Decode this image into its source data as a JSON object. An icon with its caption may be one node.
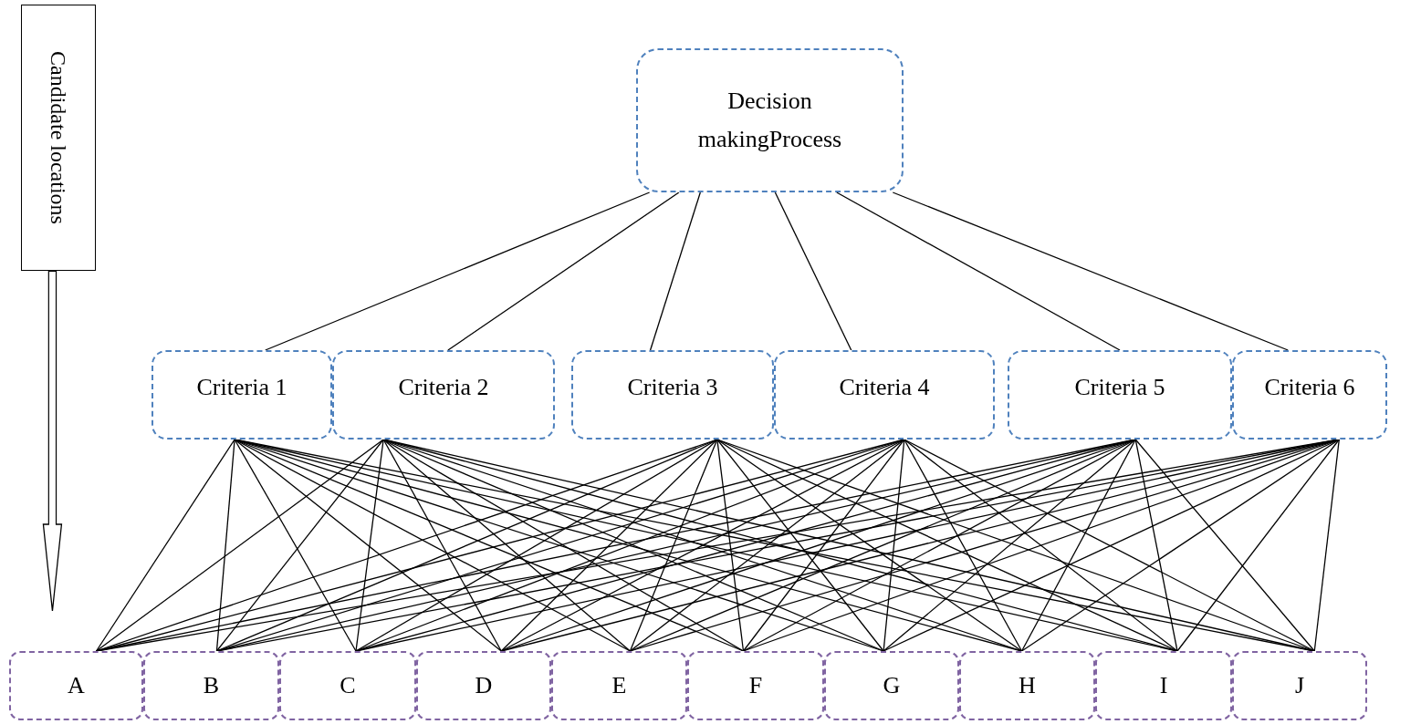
{
  "diagram": {
    "nodes": [
      {
        "text": [
          "Candidate locations"
        ]
      },
      {
        "text": [
          "Decision makingProcess"
        ]
      },
      {
        "text": [
          "Criteria 1"
        ]
      },
      {
        "text": [
          "Criteria 2"
        ]
      },
      {
        "text": [
          "Criteria 3"
        ]
      },
      {
        "text": [
          "Criteria 4"
        ]
      },
      {
        "text": [
          "Criteria 5"
        ]
      },
      {
        "text": [
          "Criteria 6"
        ]
      },
      {
        "text": [
          "A"
        ]
      },
      {
        "text": [
          "B"
        ]
      },
      {
        "text": [
          "C"
        ]
      },
      {
        "text": [
          "D"
        ]
      },
      {
        "text": [
          "E"
        ]
      },
      {
        "text": [
          "F"
        ]
      },
      {
        "text": [
          "G"
        ]
      },
      {
        "text": [
          "H"
        ]
      },
      {
        "text": [
          "I"
        ]
      },
      {
        "text": [
          "J"
        ]
      }
    ],
    "edges": [
      {
        "from": 0,
        "to": null,
        "arrow": "to",
        "style": "thick"
      },
      {
        "from": 1,
        "to": 2,
        "arrow": "none"
      },
      {
        "from": 1,
        "to": 3,
        "arrow": "none"
      },
      {
        "from": 1,
        "to": 4,
        "arrow": "none"
      },
      {
        "from": 1,
        "to": 5,
        "arrow": "none"
      },
      {
        "from": 1,
        "to": 6,
        "arrow": "none"
      },
      {
        "from": 1,
        "to": 7,
        "arrow": "none"
      },
      {
        "from": 2,
        "to": 8,
        "arrow": "none"
      },
      {
        "from": 2,
        "to": 9,
        "arrow": "none"
      },
      {
        "from": 2,
        "to": 10,
        "arrow": "none"
      },
      {
        "from": 2,
        "to": 11,
        "arrow": "none"
      },
      {
        "from": 2,
        "to": 12,
        "arrow": "none"
      },
      {
        "from": 2,
        "to": 13,
        "arrow": "none"
      },
      {
        "from": 2,
        "to": 14,
        "arrow": "none"
      },
      {
        "from": 2,
        "to": 15,
        "arrow": "none"
      },
      {
        "from": 2,
        "to": 16,
        "arrow": "none"
      },
      {
        "from": 2,
        "to": 17,
        "arrow": "none"
      },
      {
        "from": 3,
        "to": 8,
        "arrow": "none"
      },
      {
        "from": 3,
        "to": 9,
        "arrow": "none"
      },
      {
        "from": 3,
        "to": 10,
        "arrow": "none"
      },
      {
        "from": 3,
        "to": 11,
        "arrow": "none"
      },
      {
        "from": 3,
        "to": 12,
        "arrow": "none"
      },
      {
        "from": 3,
        "to": 13,
        "arrow": "none"
      },
      {
        "from": 3,
        "to": 14,
        "arrow": "none"
      },
      {
        "from": 3,
        "to": 15,
        "arrow": "none"
      },
      {
        "from": 3,
        "to": 16,
        "arrow": "none"
      },
      {
        "from": 3,
        "to": 17,
        "arrow": "none"
      },
      {
        "from": 4,
        "to": 8,
        "arrow": "none"
      },
      {
        "from": 4,
        "to": 9,
        "arrow": "none"
      },
      {
        "from": 4,
        "to": 10,
        "arrow": "none"
      },
      {
        "from": 4,
        "to": 11,
        "arrow": "none"
      },
      {
        "from": 4,
        "to": 12,
        "arrow": "none"
      },
      {
        "from": 4,
        "to": 13,
        "arrow": "none"
      },
      {
        "from": 4,
        "to": 14,
        "arrow": "none"
      },
      {
        "from": 4,
        "to": 15,
        "arrow": "none"
      },
      {
        "from": 4,
        "to": 16,
        "arrow": "none"
      },
      {
        "from": 4,
        "to": 17,
        "arrow": "none"
      },
      {
        "from": 5,
        "to": 8,
        "arrow": "none"
      },
      {
        "from": 5,
        "to": 9,
        "arrow": "none"
      },
      {
        "from": 5,
        "to": 10,
        "arrow": "none"
      },
      {
        "from": 5,
        "to": 11,
        "arrow": "none"
      },
      {
        "from": 5,
        "to": 12,
        "arrow": "none"
      },
      {
        "from": 5,
        "to": 13,
        "arrow": "none"
      },
      {
        "from": 5,
        "to": 14,
        "arrow": "none"
      },
      {
        "from": 5,
        "to": 15,
        "arrow": "none"
      },
      {
        "from": 5,
        "to": 16,
        "arrow": "none"
      },
      {
        "from": 5,
        "to": 17,
        "arrow": "none"
      },
      {
        "from": 6,
        "to": 8,
        "arrow": "none"
      },
      {
        "from": 6,
        "to": 9,
        "arrow": "none"
      },
      {
        "from": 6,
        "to": 10,
        "arrow": "none"
      },
      {
        "from": 6,
        "to": 11,
        "arrow": "none"
      },
      {
        "from": 6,
        "to": 12,
        "arrow": "none"
      },
      {
        "from": 6,
        "to": 13,
        "arrow": "none"
      },
      {
        "from": 6,
        "to": 14,
        "arrow": "none"
      },
      {
        "from": 6,
        "to": 15,
        "arrow": "none"
      },
      {
        "from": 6,
        "to": 16,
        "arrow": "none"
      },
      {
        "from": 6,
        "to": 17,
        "arrow": "none"
      },
      {
        "from": 7,
        "to": 8,
        "arrow": "none"
      },
      {
        "from": 7,
        "to": 9,
        "arrow": "none"
      },
      {
        "from": 7,
        "to": 10,
        "arrow": "none"
      },
      {
        "from": 7,
        "to": 11,
        "arrow": "none"
      },
      {
        "from": 7,
        "to": 12,
        "arrow": "none"
      },
      {
        "from": 7,
        "to": 13,
        "arrow": "none"
      },
      {
        "from": 7,
        "to": 14,
        "arrow": "none"
      },
      {
        "from": 7,
        "to": 15,
        "arrow": "none"
      },
      {
        "from": 7,
        "to": 16,
        "arrow": "none"
      },
      {
        "from": 7,
        "to": 17,
        "arrow": "none"
      }
    ]
  }
}
